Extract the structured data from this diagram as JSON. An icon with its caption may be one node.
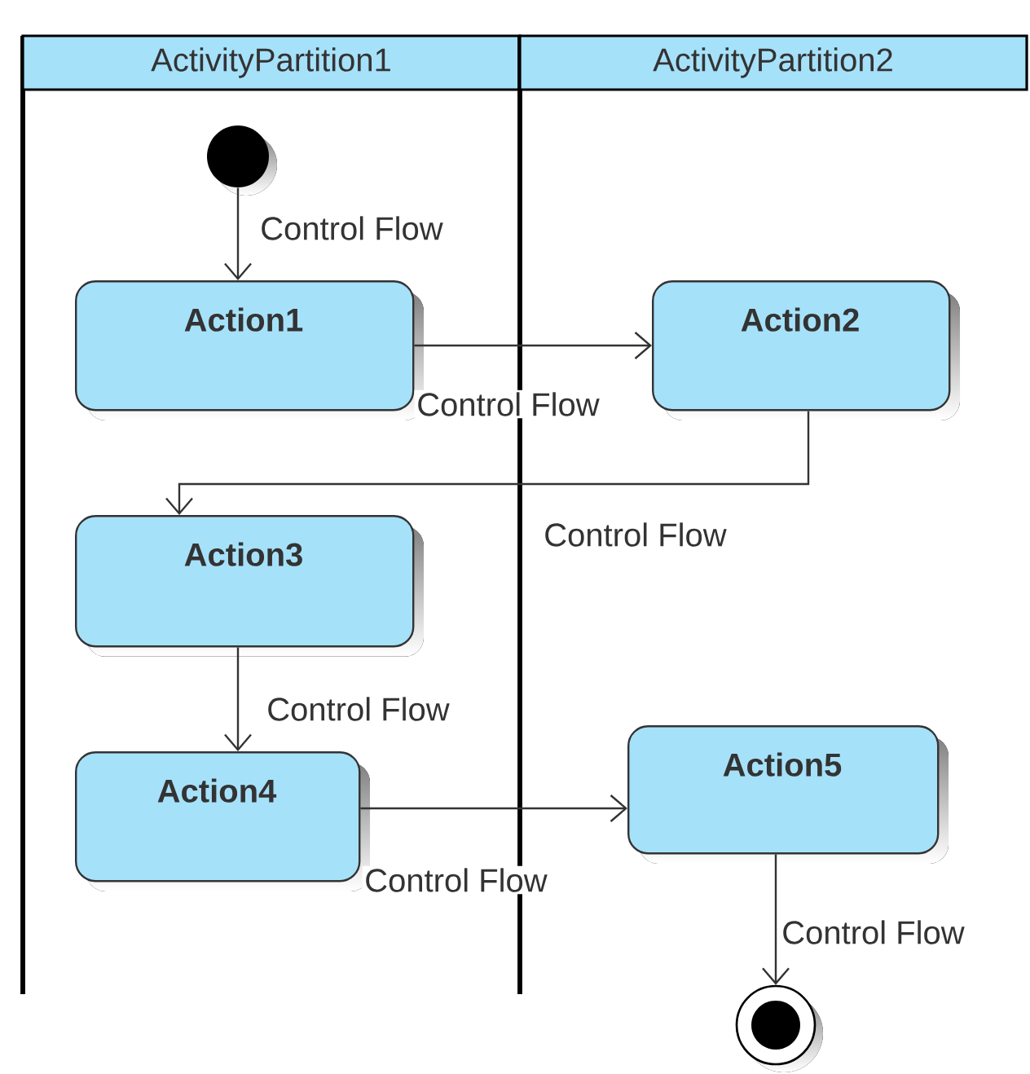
{
  "diagram": {
    "nodes": [
      {
        "text": [
          "ActivityPartition1"
        ]
      },
      {
        "text": [
          "ActivityPartition2"
        ]
      },
      {
        "text": [],
        "shape": "circle",
        "in": 0
      },
      {
        "text": [
          "Action1"
        ],
        "in": 0
      },
      {
        "text": [
          "Action2"
        ],
        "in": 1
      },
      {
        "text": [
          "Action3"
        ],
        "in": 0
      },
      {
        "text": [
          "Action4"
        ],
        "in": 0
      },
      {
        "text": [
          "Action5"
        ],
        "in": 1
      },
      {
        "text": [],
        "shape": "circle"
      }
    ],
    "edges": [
      {
        "from": 2,
        "to": 3,
        "arrow": "to",
        "label": "Control Flow"
      },
      {
        "from": 3,
        "to": 4,
        "arrow": "to",
        "label": "Control Flow"
      },
      {
        "from": 4,
        "to": 5,
        "arrow": "to",
        "label": "Control Flow"
      },
      {
        "from": 5,
        "to": 6,
        "arrow": "to",
        "label": "Control Flow"
      },
      {
        "from": 6,
        "to": 7,
        "arrow": "to",
        "label": "Control Flow"
      },
      {
        "from": 7,
        "to": 8,
        "arrow": "to",
        "label": "Control Flow"
      }
    ]
  }
}
